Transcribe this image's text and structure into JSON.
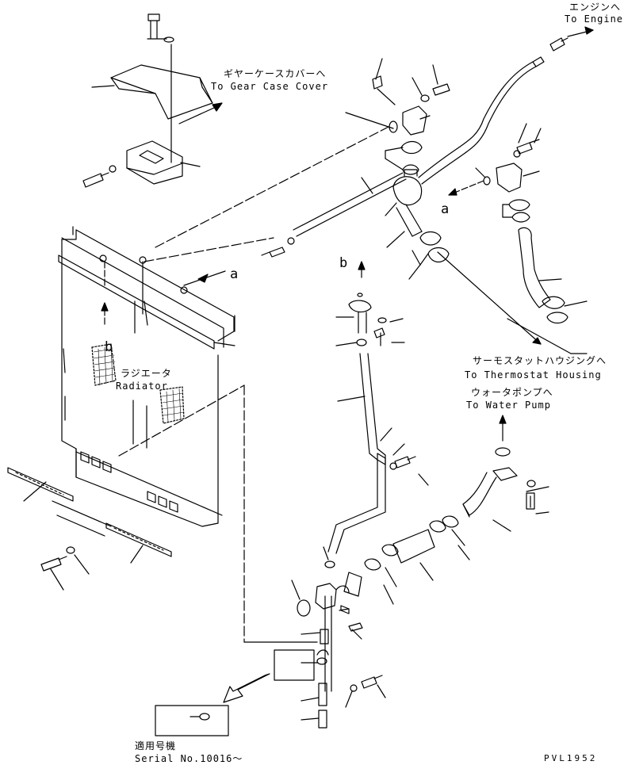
{
  "callouts": {
    "engine_jp": "エンジンへ",
    "engine_en": "To Engine",
    "gear_jp": "ギヤーケースカバーへ",
    "gear_en": "To Gear Case Cover",
    "thermo_jp": "サーモスタットハウジングへ",
    "thermo_en": "To Thermostat Housing",
    "pump_jp": "ウォータポンプへ",
    "pump_en": "To Water Pump",
    "radiator_jp": "ラジエータ",
    "radiator_en": "Radiator"
  },
  "refs": {
    "a1": "a",
    "a2": "a",
    "b1": "b",
    "b2": "b"
  },
  "serial": {
    "jp": "適用号機",
    "en": "Serial No.10016～"
  },
  "drawing_id": "PVL1952"
}
